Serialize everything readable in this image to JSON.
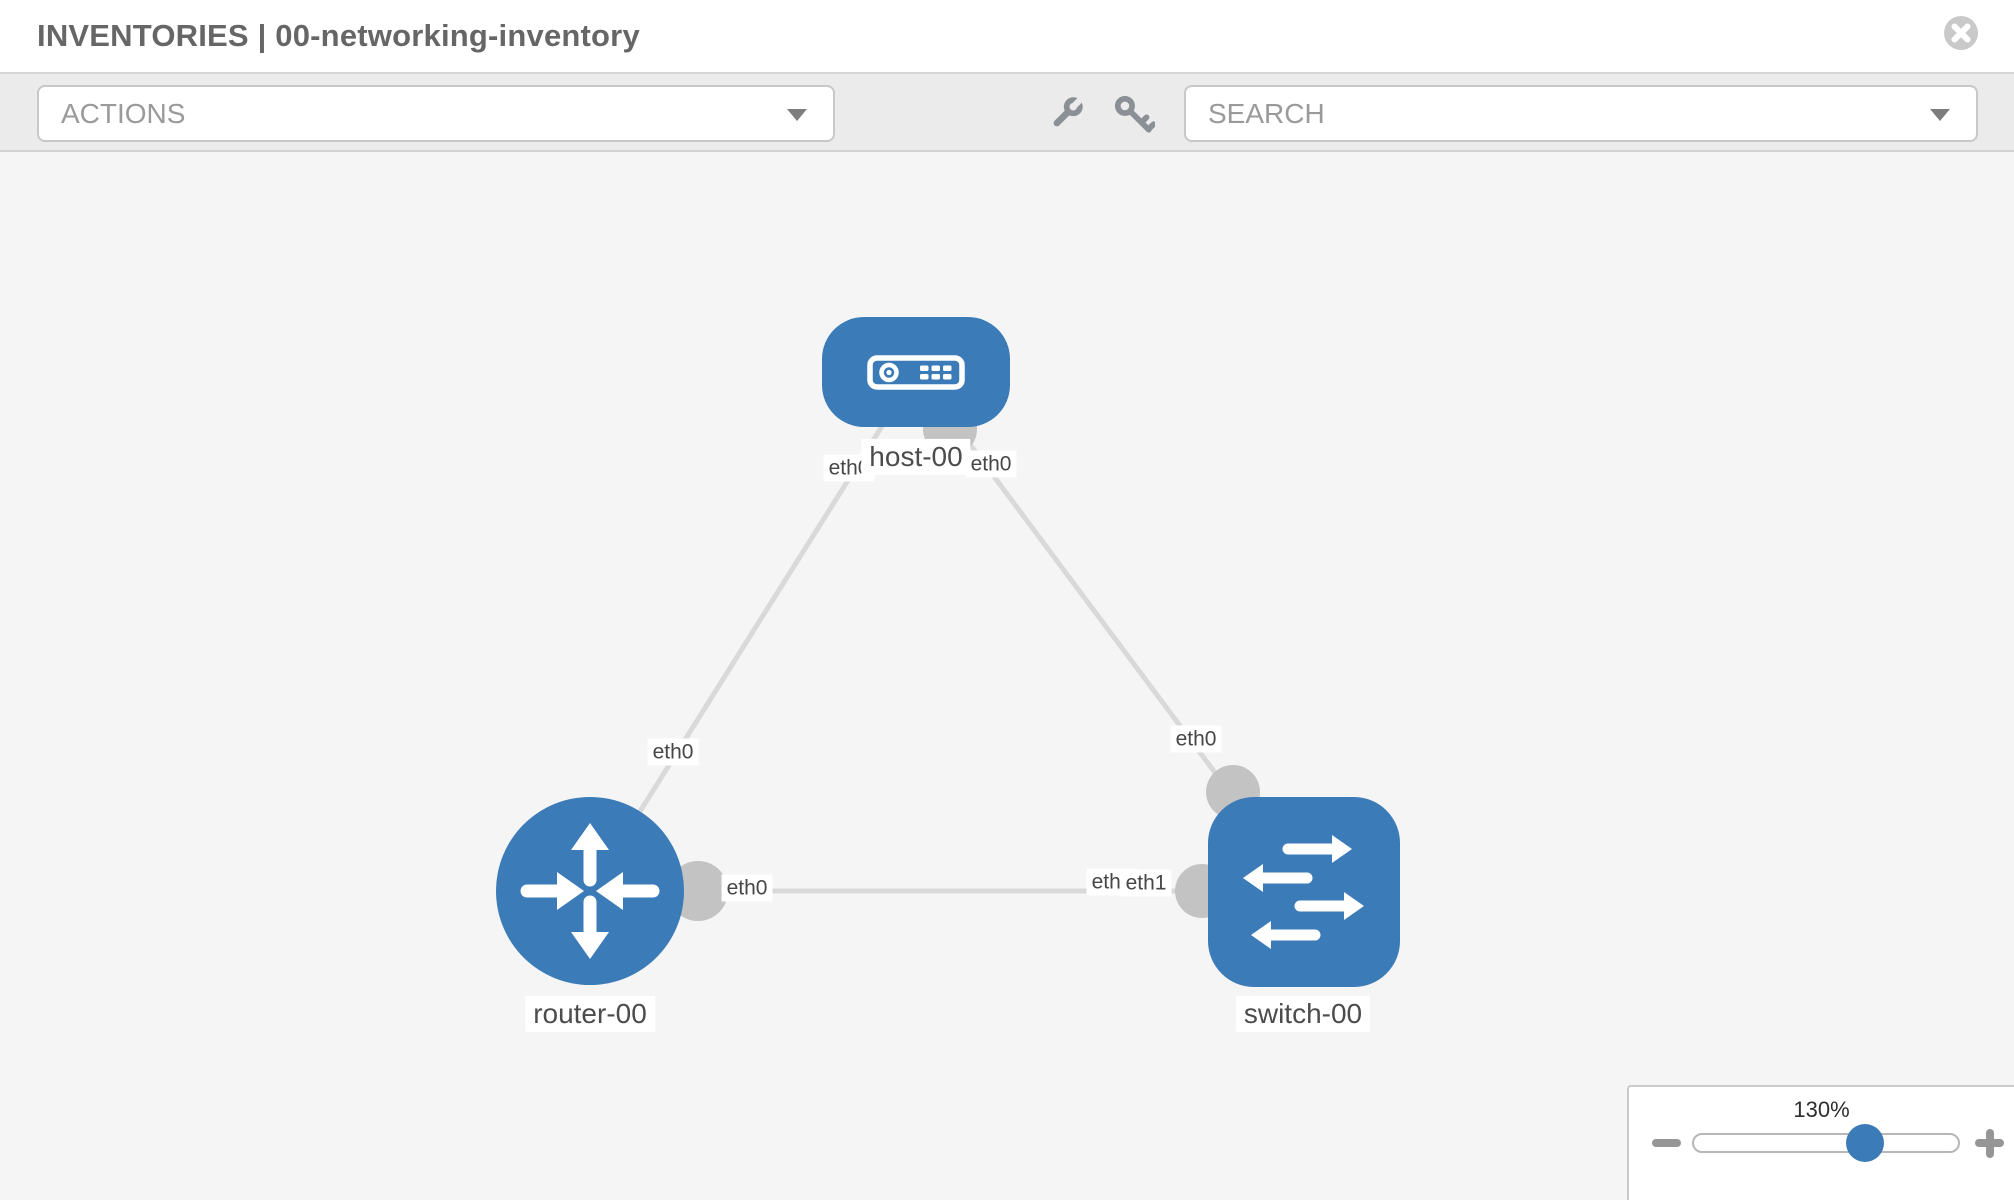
{
  "header": {
    "title": "INVENTORIES | 00-networking-inventory"
  },
  "toolbar": {
    "actions_placeholder": "ACTIONS",
    "search_placeholder": "SEARCH",
    "icons": [
      "wrench",
      "key"
    ]
  },
  "diagram": {
    "nodes": [
      {
        "id": "host-00",
        "type": "host",
        "label": "host-00"
      },
      {
        "id": "router-00",
        "type": "router",
        "label": "router-00"
      },
      {
        "id": "switch-00",
        "type": "switch",
        "label": "switch-00"
      }
    ],
    "links": [
      {
        "from": "router-00",
        "to": "host-00",
        "from_if": "eth0",
        "to_if": "eth0"
      },
      {
        "from": "switch-00",
        "to": "host-00",
        "from_if": "eth0",
        "to_if": "eth0"
      },
      {
        "from": "router-00",
        "to": "switch-00",
        "from_if": "eth0",
        "to_if": "eth1",
        "to_if_underlay": "eth0"
      }
    ]
  },
  "zoom_control": {
    "level": "130%"
  },
  "colors": {
    "node_blue": "#3b7bb8",
    "link_gray": "#d9d9d9",
    "connector_gray": "#c3c3c3",
    "toolbar_bg": "#ebebeb",
    "canvas_bg": "#f5f5f6"
  }
}
